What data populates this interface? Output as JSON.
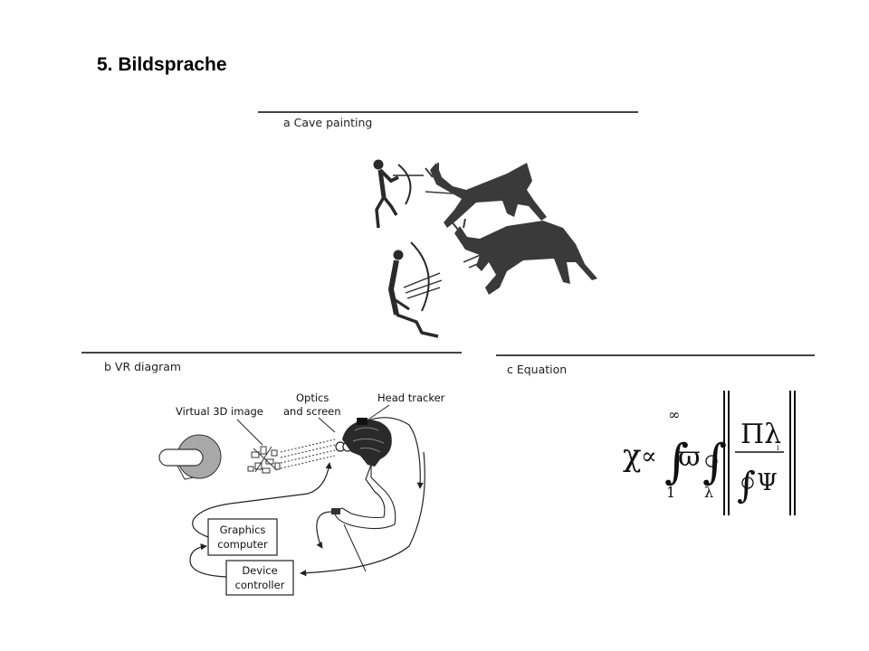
{
  "title": "5. Bildsprache",
  "panels": {
    "a": {
      "label": "a  Cave painting"
    },
    "b": {
      "label": "b  VR diagram",
      "virtual_image": "Virtual 3D image",
      "optics_line1": "Optics",
      "optics_line2": "and screen",
      "head_tracker": "Head tracker",
      "graphics_line1": "Graphics",
      "graphics_line2": "computer",
      "device_line1": "Device",
      "device_line2": "controller"
    },
    "c": {
      "label": "c  Equation",
      "chi": "χ",
      "propto": "∝",
      "integral": "∫",
      "upper": "∞",
      "lower1": "1",
      "lower2": "λ",
      "varpi": "ϖ",
      "numerator": "Πλ",
      "denominator": "Ψ",
      "small_i": "i"
    }
  }
}
